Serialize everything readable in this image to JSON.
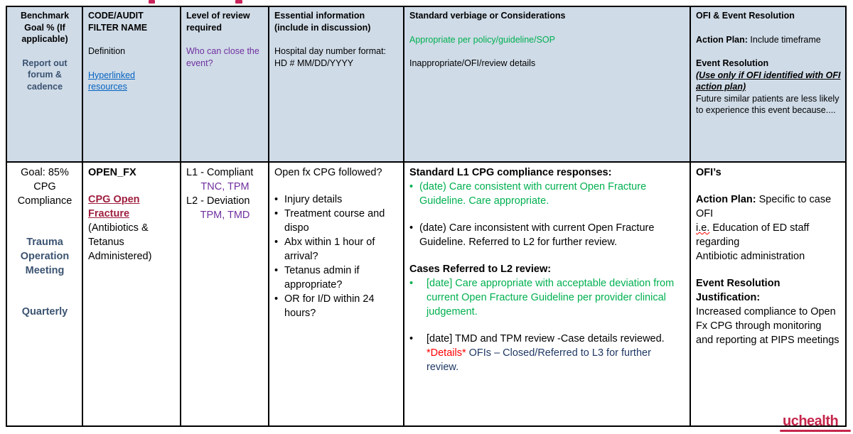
{
  "colors": {
    "hdrbg": "#cfdbe7",
    "green": "#00B050",
    "purple": "#7030A0",
    "slate": "#3b5371",
    "linkblue": "#0563C1",
    "darkred": "#9e1e3e",
    "red": "#FF0000",
    "navy": "#1F3864",
    "crimson": "#c5264b",
    "magenta": "#c9245a"
  },
  "table": {
    "header": {
      "c1": {
        "title": "Benchmark Goal % (If applicable)",
        "subtitle": "Report out forum & cadence"
      },
      "c2": {
        "title": "CODE/AUDIT FILTER NAME",
        "definition": "Definition",
        "link": "Hyperlinked resources"
      },
      "c3": {
        "title": "Level of review required",
        "who": "Who can close the event?"
      },
      "c4": {
        "title": "Essential information (include in discussion)",
        "line2": "Hospital day number format:",
        "line3": "HD # MM/DD/YYYY"
      },
      "c5": {
        "title": "Standard verbiage or Considerations",
        "green_line": "Appropriate per policy/guideline/SOP",
        "line3": "Inappropriate/OFI/review details"
      },
      "c6": {
        "title": "OFI & Event Resolution",
        "action_label": "Action Plan:",
        "action_text": " Include timeframe",
        "er_label": "Event Resolution",
        "er_italic": "(Use only if OFI identified with OFI action plan)",
        "er_text": "Future similar patients are less likely to experience this event because...."
      }
    },
    "body": {
      "c1": {
        "goal": "Goal: 85% CPG Compliance",
        "forum": "Trauma Operation Meeting",
        "cadence": "Quarterly"
      },
      "c2": {
        "code": "OPEN_FX",
        "link": "CPG Open Fracture",
        "rest": " (Antibiotics & Tetanus Administered)"
      },
      "c3": {
        "l1": "L1 - Compliant",
        "l2": "TNC, TPM",
        "l3": "L2 - Deviation",
        "l4": "TPM, TMD"
      },
      "c4": {
        "question": "Open fx CPG followed?",
        "bullets": [
          "Injury details",
          "Treatment course and dispo",
          "Abx within 1 hour of arrival?",
          "Tetanus admin if appropriate?",
          "OR for I/D within 24 hours?"
        ]
      },
      "c5": {
        "h1": "Standard L1 CPG compliance responses:",
        "b1": "(date) Care consistent with current Open Fracture Guideline. Care appropriate.",
        "b2": "(date) Care inconsistent with current Open Fracture Guideline. Referred to L2 for further review.",
        "h2": "Cases Referred to L2 review:",
        "b3": "[date] Care appropriate with acceptable deviation from current Open Fracture Guideline per provider clinical judgement.",
        "b4_black": "[date] TMD and TPM review -Case details reviewed. ",
        "b4_red": "*Details*",
        "b4_navy": " OFIs – Closed/Referred to L3 for further review."
      },
      "c6": {
        "h": "OFI’s",
        "action_label": "Action Plan:",
        "action_text": " Specific to case OFI",
        "ie": "i.e.",
        "ie_text": " Education of ED staff regarding",
        "line3": "Antibiotic administration",
        "er_label": "Event Resolution Justification:",
        "er_text": "Increased compliance to Open Fx CPG through monitoring and reporting at PIPS meetings"
      }
    }
  },
  "logo": {
    "text": "uchealth"
  }
}
